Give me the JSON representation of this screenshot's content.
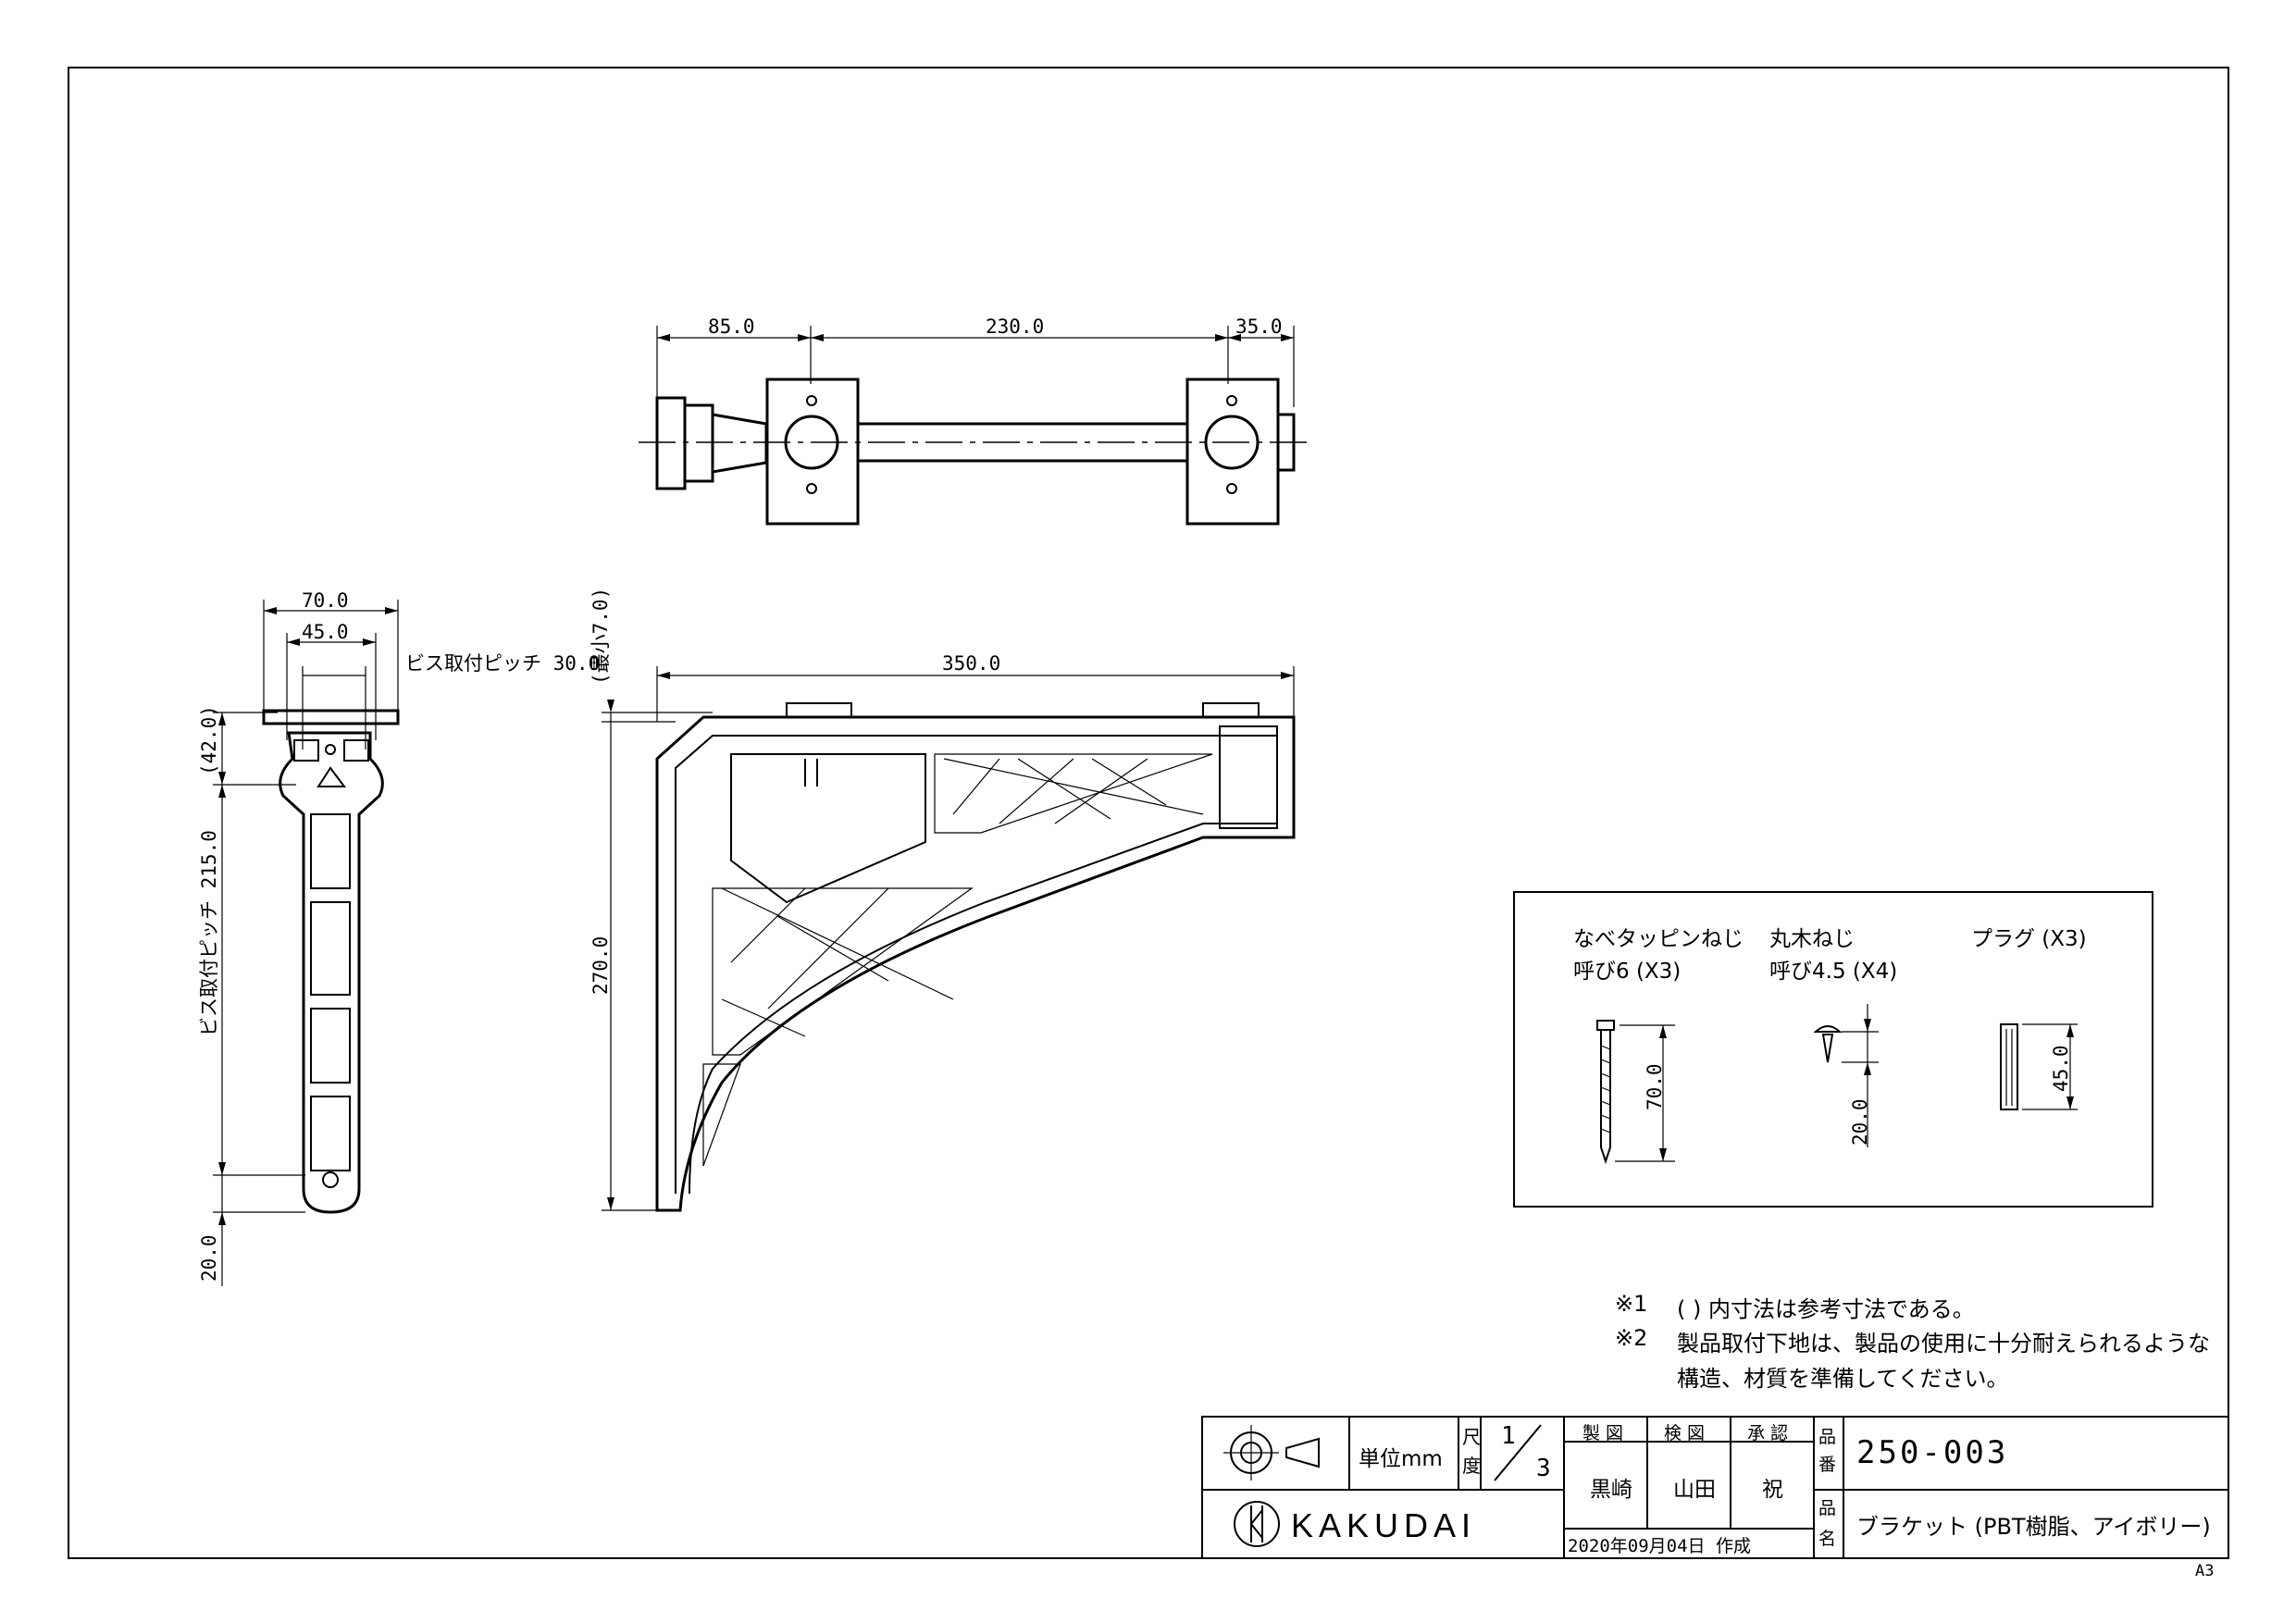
{
  "drawing": {
    "top_view": {
      "dims": [
        "85.0",
        "230.0",
        "35.0"
      ]
    },
    "side_view": {
      "dims": [
        "70.0",
        "45.0",
        "ビス取付ピッチ 30.0",
        "(42.0)",
        "ビス取付ピッチ 215.0",
        "20.0"
      ]
    },
    "front_view": {
      "dims": [
        "350.0",
        "(最小7.0)",
        "270.0"
      ]
    }
  },
  "accessories": {
    "items": [
      {
        "name": "なべタッピンねじ",
        "spec": "呼び6 (X3)",
        "dim": "70.0"
      },
      {
        "name": "丸木ねじ",
        "spec": "呼び4.5 (X4)",
        "dim": "20.0"
      },
      {
        "name": "プラグ (X3)",
        "spec": "",
        "dim": "45.0"
      }
    ]
  },
  "notes": [
    {
      "mark": "※1",
      "text": "(  ) 内寸法は参考寸法である。"
    },
    {
      "mark": "※2",
      "text": "製品取付下地は、製品の使用に十分耐えられるような"
    },
    {
      "mark": "",
      "text": "構造、材質を準備してください。"
    }
  ],
  "title_block": {
    "unit_label": "単位mm",
    "scale_label_1": "尺",
    "scale_label_2": "度",
    "scale_num": "1",
    "scale_den": "3",
    "roles": [
      "製 図",
      "検 図",
      "承 認"
    ],
    "names": [
      "黒崎",
      "山田",
      "祝"
    ],
    "date": "2020年09月04日 作成",
    "part_no_label_1": "品",
    "part_no_label_2": "番",
    "part_no": "250-003",
    "part_name_label_1": "品",
    "part_name_label_2": "名",
    "part_name": "ブラケット (PBT樹脂、アイボリー)",
    "brand": "KAKUDAI",
    "sheet_size": "A3"
  }
}
